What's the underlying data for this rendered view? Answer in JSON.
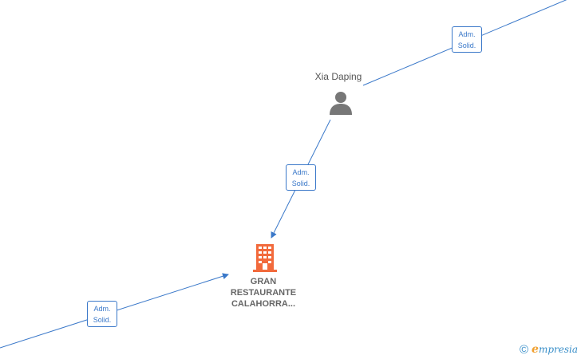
{
  "colors": {
    "edge": "#3a78c9",
    "person_icon": "#777777",
    "company_icon": "#f26a3c",
    "brand_accent": "#f0a030",
    "brand_text": "#3a8fc9"
  },
  "nodes": {
    "person": {
      "name": "Xia Daping",
      "icon": "person-icon"
    },
    "company": {
      "name_lines": [
        "GRAN",
        "RESTAURANTE",
        "CALAHORRA..."
      ],
      "icon": "building-icon"
    }
  },
  "edges": [
    {
      "label_lines": [
        "Adm.",
        "Solid."
      ]
    },
    {
      "label_lines": [
        "Adm.",
        "Solid."
      ]
    },
    {
      "label_lines": [
        "Adm.",
        "Solid."
      ]
    }
  ],
  "footer": {
    "copyright_symbol": "©",
    "brand_initial": "e",
    "brand_rest": "mpresia"
  }
}
